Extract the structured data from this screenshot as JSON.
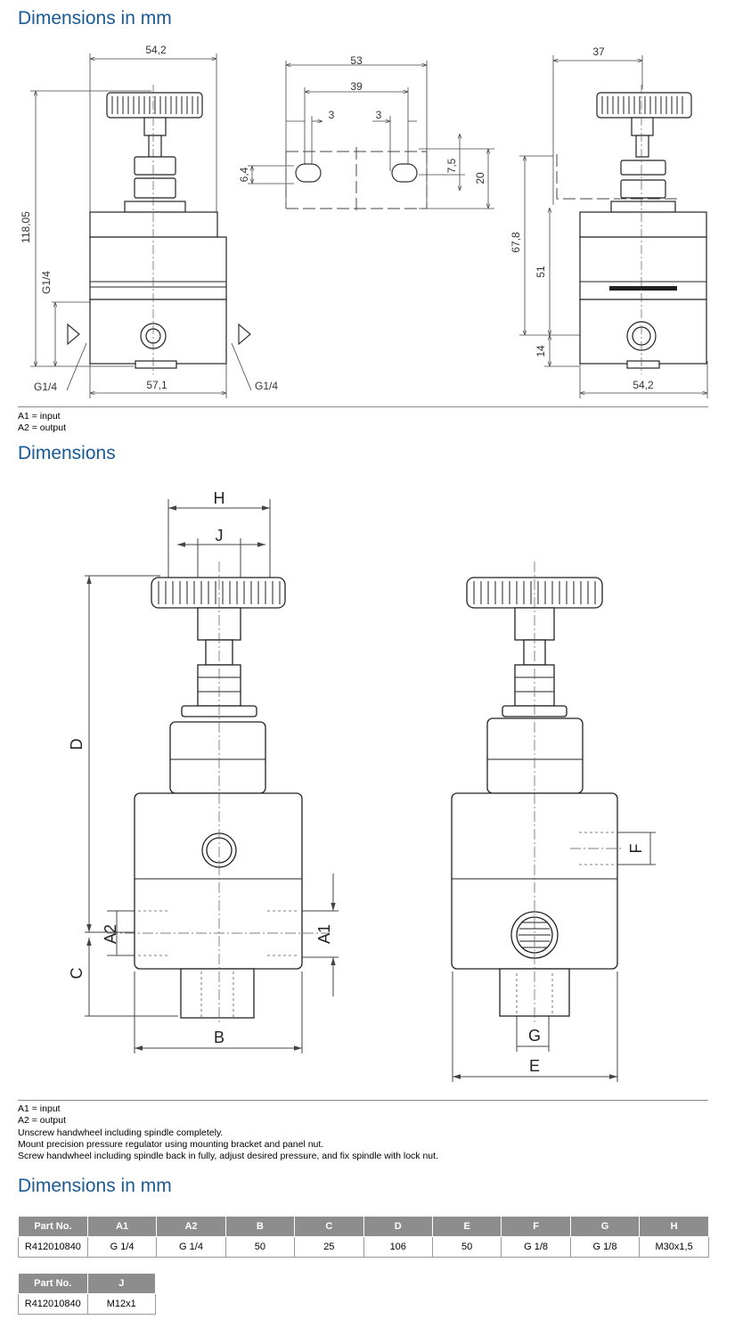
{
  "section1": {
    "title": "Dimensions in mm",
    "drawing_labels": {
      "w_542_top": "54,2",
      "h_11805": "118,05",
      "g14_left": "G1/4",
      "g14_bl": "G1/4",
      "w_571": "57,1",
      "g14_br": "G1/4",
      "d53": "53",
      "d39": "39",
      "d3a": "3",
      "d3b": "3",
      "d64": "6,4",
      "d75": "7,5",
      "d20": "20",
      "d37": "37",
      "d678": "67,8",
      "d51": "51",
      "d14": "14",
      "w_542_bot": "54,2"
    },
    "notes": [
      "A1 = input",
      "A2 = output"
    ]
  },
  "section2": {
    "title": "Dimensions",
    "drawing_labels": {
      "H": "H",
      "J": "J",
      "D": "D",
      "A2": "A2",
      "C": "C",
      "B": "B",
      "A1": "A1",
      "F": "F",
      "G": "G",
      "E": "E"
    },
    "notes": [
      "A1 = input",
      "A2 = output",
      "Unscrew handwheel including spindle completely.",
      "Mount precision pressure regulator using mounting bracket and panel nut.",
      "Screw handwheel including spindle back in fully, adjust desired pressure, and fix spindle with lock nut."
    ]
  },
  "section3": {
    "title": "Dimensions in mm",
    "table1": {
      "headers": [
        "Part No.",
        "A1",
        "A2",
        "B",
        "C",
        "D",
        "E",
        "F",
        "G",
        "H"
      ],
      "rows": [
        [
          "R412010840",
          "G 1/4",
          "G 1/4",
          "50",
          "25",
          "106",
          "50",
          "G 1/8",
          "G 1/8",
          "M30x1,5"
        ]
      ]
    },
    "table2": {
      "headers": [
        "Part No.",
        "J"
      ],
      "rows": [
        [
          "R412010840",
          "M12x1"
        ]
      ]
    }
  }
}
